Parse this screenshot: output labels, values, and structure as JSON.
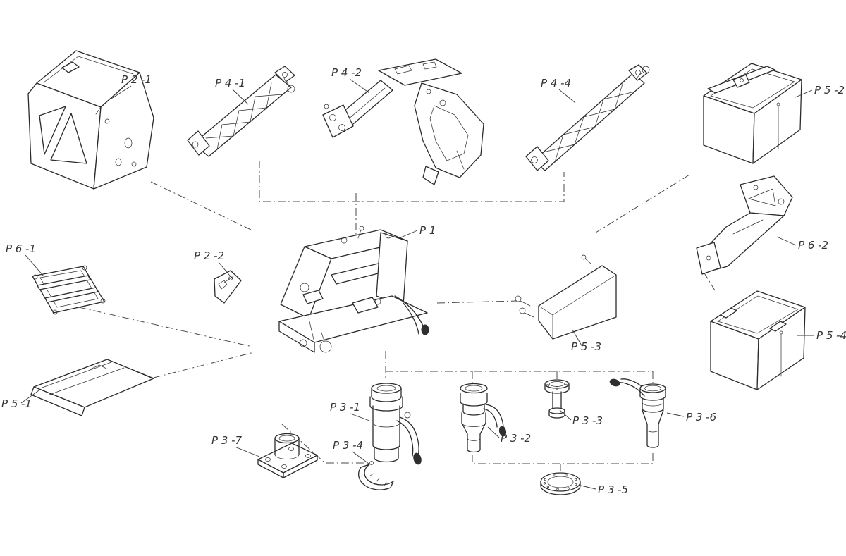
{
  "diagram": {
    "type": "exploded-parts-diagram",
    "background": "#ffffff",
    "line_color": "#2b2b2b",
    "connector_color": "#4a4a4a",
    "connector_style": "dash-dot",
    "labels": {
      "p1": "P 1",
      "p2_1": "P 2 -1",
      "p2_2": "P 2 -2",
      "p3_1": "P 3 -1",
      "p3_2": "P 3 -2",
      "p3_3": "P 3 -3",
      "p3_4": "P 3 -4",
      "p3_5": "P 3 -5",
      "p3_6": "P 3 -6",
      "p3_7": "P 3 -7",
      "p4_1": "P 4 -1",
      "p4_2": "P 4 -2",
      "p4_4": "P 4 -4",
      "p5_1": "P 5 -1",
      "p5_2": "P 5 -2",
      "p5_3": "P 5 -3",
      "p5_4": "P 5 -4",
      "p6_1": "P 6 -1",
      "p6_2": "P 6 -2"
    }
  }
}
